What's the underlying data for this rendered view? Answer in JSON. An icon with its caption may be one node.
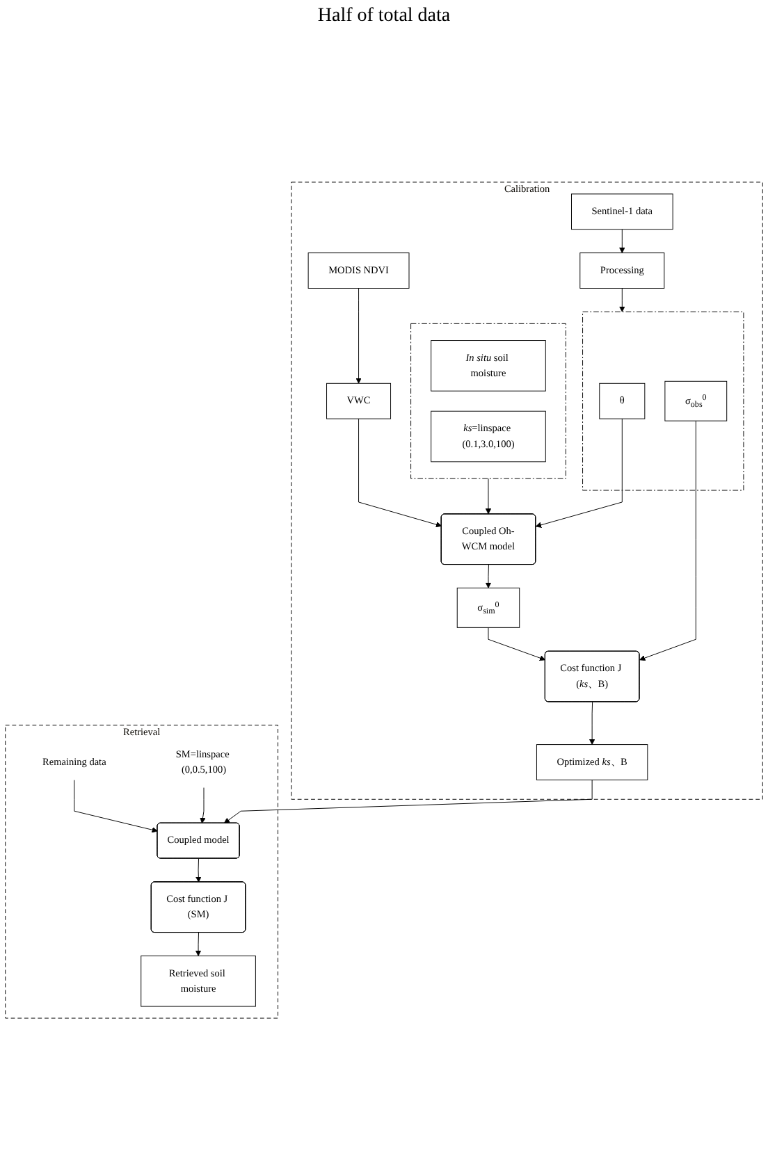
{
  "diagram": {
    "nodes": [
      {
        "text": [
          "Calibration"
        ]
      },
      {
        "text": [],
        "shape": "box",
        "in": 0
      },
      {
        "text": [
          "*In situ* soil moisture"
        ],
        "in": 1
      },
      {
        "text": [
          "*ks*=linspace (0.1,3.0,100)"
        ],
        "in": 1
      },
      {
        "text": [
          "MODIS NDVI"
        ],
        "in": 0
      },
      {
        "text": [
          "Sentinel-1 data"
        ],
        "in": 0
      },
      {
        "text": [
          "VWC"
        ],
        "in": 0
      },
      {
        "text": [
          "Processing"
        ],
        "in": 0
      },
      {
        "text": [
          "Coupled Oh-WCM model"
        ],
        "in": 0
      },
      {
        "text": [],
        "shape": "box",
        "in": 0
      },
      {
        "text": [
          "θ"
        ],
        "in": 9
      },
      {
        "text": [
          "σ$_{sim}$$^{0}$"
        ],
        "in": 0
      },
      {
        "text": [
          "σ$_{obs}$$^{0}$"
        ],
        "in": 9
      },
      {
        "text": [
          "Cost function J (*ks*、B)"
        ],
        "in": 0
      },
      {
        "text": [
          "Optimized *ks*、B"
        ],
        "in": 0
      },
      {
        "text": [
          "Retrieval"
        ]
      },
      {
        "text": [
          "Remaining data"
        ],
        "in": 15
      },
      {
        "text": [
          "Coupled model"
        ],
        "in": 15
      },
      {
        "text": [
          "SM=linspace (0,0.5,100)"
        ],
        "in": 15
      },
      {
        "text": [
          "Cost function J (SM)"
        ],
        "in": 15
      },
      {
        "text": [
          "Retrieved soil moisture"
        ],
        "in": 15
      }
    ],
    "edges": [
      {
        "from": 4,
        "to": 6,
        "arrow": "to"
      },
      {
        "from": 5,
        "to": 7,
        "arrow": "to"
      },
      {
        "from": 1,
        "to": 8,
        "arrow": "to"
      },
      {
        "from": 6,
        "to": 8,
        "arrow": "to"
      },
      {
        "from": 7,
        "to": 9,
        "arrow": "to"
      },
      {
        "from": 10,
        "to": 8,
        "arrow": "to"
      },
      {
        "from": 8,
        "to": 11,
        "arrow": "to"
      },
      {
        "from": 11,
        "to": 13,
        "arrow": "to"
      },
      {
        "from": 12,
        "to": 13,
        "arrow": "to"
      },
      {
        "from": 13,
        "to": 14,
        "arrow": "to"
      },
      {
        "from": 14,
        "to": 17,
        "arrow": "to"
      },
      {
        "from": 16,
        "to": 17,
        "arrow": "to"
      },
      {
        "from": 18,
        "to": 17,
        "arrow": "to"
      },
      {
        "from": 17,
        "to": 19,
        "arrow": "to"
      },
      {
        "from": 19,
        "to": 20,
        "arrow": "to"
      }
    ],
    "labels": [
      "Half of total data"
    ]
  }
}
